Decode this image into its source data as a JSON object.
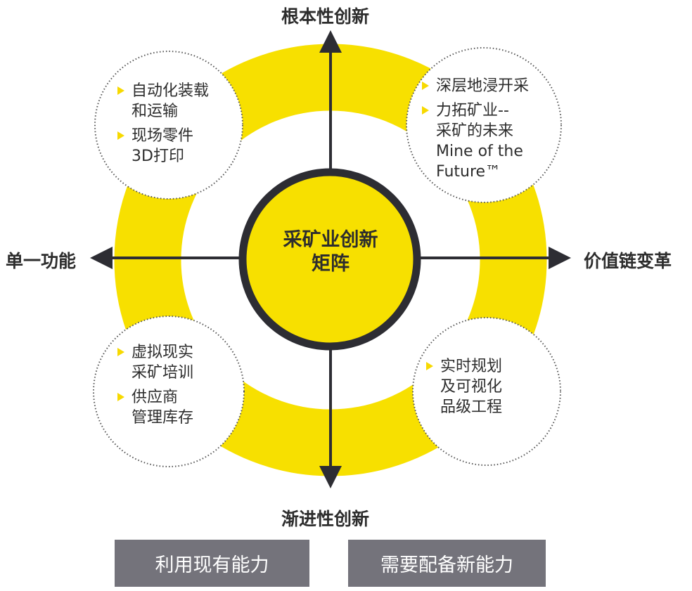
{
  "axes": {
    "top": "根本性创新",
    "bottom": "渐进性创新",
    "left": "单一功能",
    "right": "价值链变革"
  },
  "center": {
    "line1": "采矿业创新",
    "line2": "矩阵"
  },
  "quadrants": {
    "top_left": {
      "items": [
        [
          "自动化装载",
          "和运输"
        ],
        [
          "现场零件",
          "3D打印"
        ]
      ]
    },
    "top_right": {
      "items": [
        [
          "深层地浸开采"
        ],
        [
          "力拓矿业--",
          "采矿的未来",
          "Mine of the",
          "Future™"
        ]
      ]
    },
    "bottom_left": {
      "items": [
        [
          "虚拟现实",
          "采矿培训"
        ],
        [
          "供应商",
          "管理库存"
        ]
      ]
    },
    "bottom_right": {
      "items": [
        [
          "实时规划",
          "及可视化",
          "品级工程"
        ]
      ]
    }
  },
  "footer": {
    "left": "利用现有能力",
    "right": "需要配备新能力"
  },
  "colors": {
    "yellow": "#f7e000",
    "dark": "#2d2d33",
    "box": "#74737b"
  }
}
